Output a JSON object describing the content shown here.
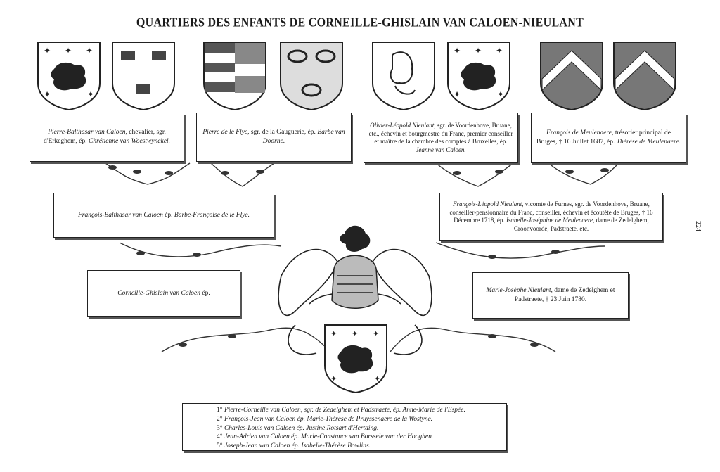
{
  "title": "QUARTIERS DES ENFANTS DE CORNEILLE-GHISLAIN VAN CALOEN-NIEULANT",
  "page_number": "224",
  "shields": [
    {
      "id": "s1",
      "charge": "lion-ermine",
      "icon": "lion-icon"
    },
    {
      "id": "s2",
      "charge": "fess-billets",
      "icon": "billets-icon"
    },
    {
      "id": "s3",
      "charge": "per-pale-bars",
      "icon": "bars-icon"
    },
    {
      "id": "s4",
      "charge": "three-annulets",
      "icon": "annulets-icon"
    },
    {
      "id": "s5",
      "charge": "helmet",
      "icon": "helmet-icon"
    },
    {
      "id": "s6",
      "charge": "lion-ermine",
      "icon": "lion-icon"
    },
    {
      "id": "s7",
      "charge": "chevron",
      "icon": "chevron-icon"
    },
    {
      "id": "s8",
      "charge": "chevron",
      "icon": "chevron-icon"
    }
  ],
  "gen3": [
    {
      "name": "Pierre-Balthasar van Caloen,",
      "text": "chevalier, sgr. d'Erkeghem, ép.",
      "spouse": "Chrétienne van Woestwynckel."
    },
    {
      "name": "Pierre de le Flye,",
      "text": "sgr. de la Gauguerie, ép.",
      "spouse": "Barbe van Doorne."
    },
    {
      "name": "Olivier-Léopold Nieulant,",
      "text": "sgr. de Voordenhove, Bruane, etc., échevin et bourgmestre du Franc, premier conseiller et maître de la chambre des comptes à Bruxelles, ép.",
      "spouse": "Jeanne van Caloen."
    },
    {
      "name": "François de Meulenaere,",
      "text": "trésorier principal de Bruges, † 16 Juillet 1687, ép.",
      "spouse": "Thérèse de Meulenaere."
    }
  ],
  "gen2": [
    {
      "name": "François-Balthasar van Caloen",
      "text": "ép.",
      "spouse": "Barbe-Françoise de le Flye."
    },
    {
      "name": "François-Léopold Nieulant,",
      "text": "vicomte de Furnes, sgr. de Voordenhove, Bruane, conseiller-pensionnaire du Franc, conseiller, échevin et écoutète de Bruges, † 16 Décembre 1718, ép.",
      "spouse": "Isabelle-Joséphine de Meulenaere,",
      "tail": "dame de Zedelghem, Croonvoorde, Padstraete, etc."
    }
  ],
  "gen1": [
    {
      "name": "Corneille-Ghislain van Caloen",
      "text": "ép."
    },
    {
      "name": "Marie-Josèphe Nieulant,",
      "text": "dame de Zedelghem et Padstraete, † 23 Juin 1780."
    }
  ],
  "children": [
    {
      "num": "1°",
      "text": "Pierre-Corneille van Caloen, sgr. de Zedelghem et Padstraete, ép. Anne-Marie de l'Espée."
    },
    {
      "num": "2°",
      "text": "François-Jean van Caloen ép. Marie-Thérèse de Pruyssenaere de la Wostyne."
    },
    {
      "num": "3°",
      "text": "Charles-Louis van Caloen ép. Justine Rotsart d'Hertaing."
    },
    {
      "num": "4°",
      "text": "Jean-Adrien van Caloen ép. Marie-Constance van Borssele van der Hooghen."
    },
    {
      "num": "5°",
      "text": "Joseph-Jean van Caloen ép. Isabelle-Thérèse Bowlins."
    }
  ]
}
